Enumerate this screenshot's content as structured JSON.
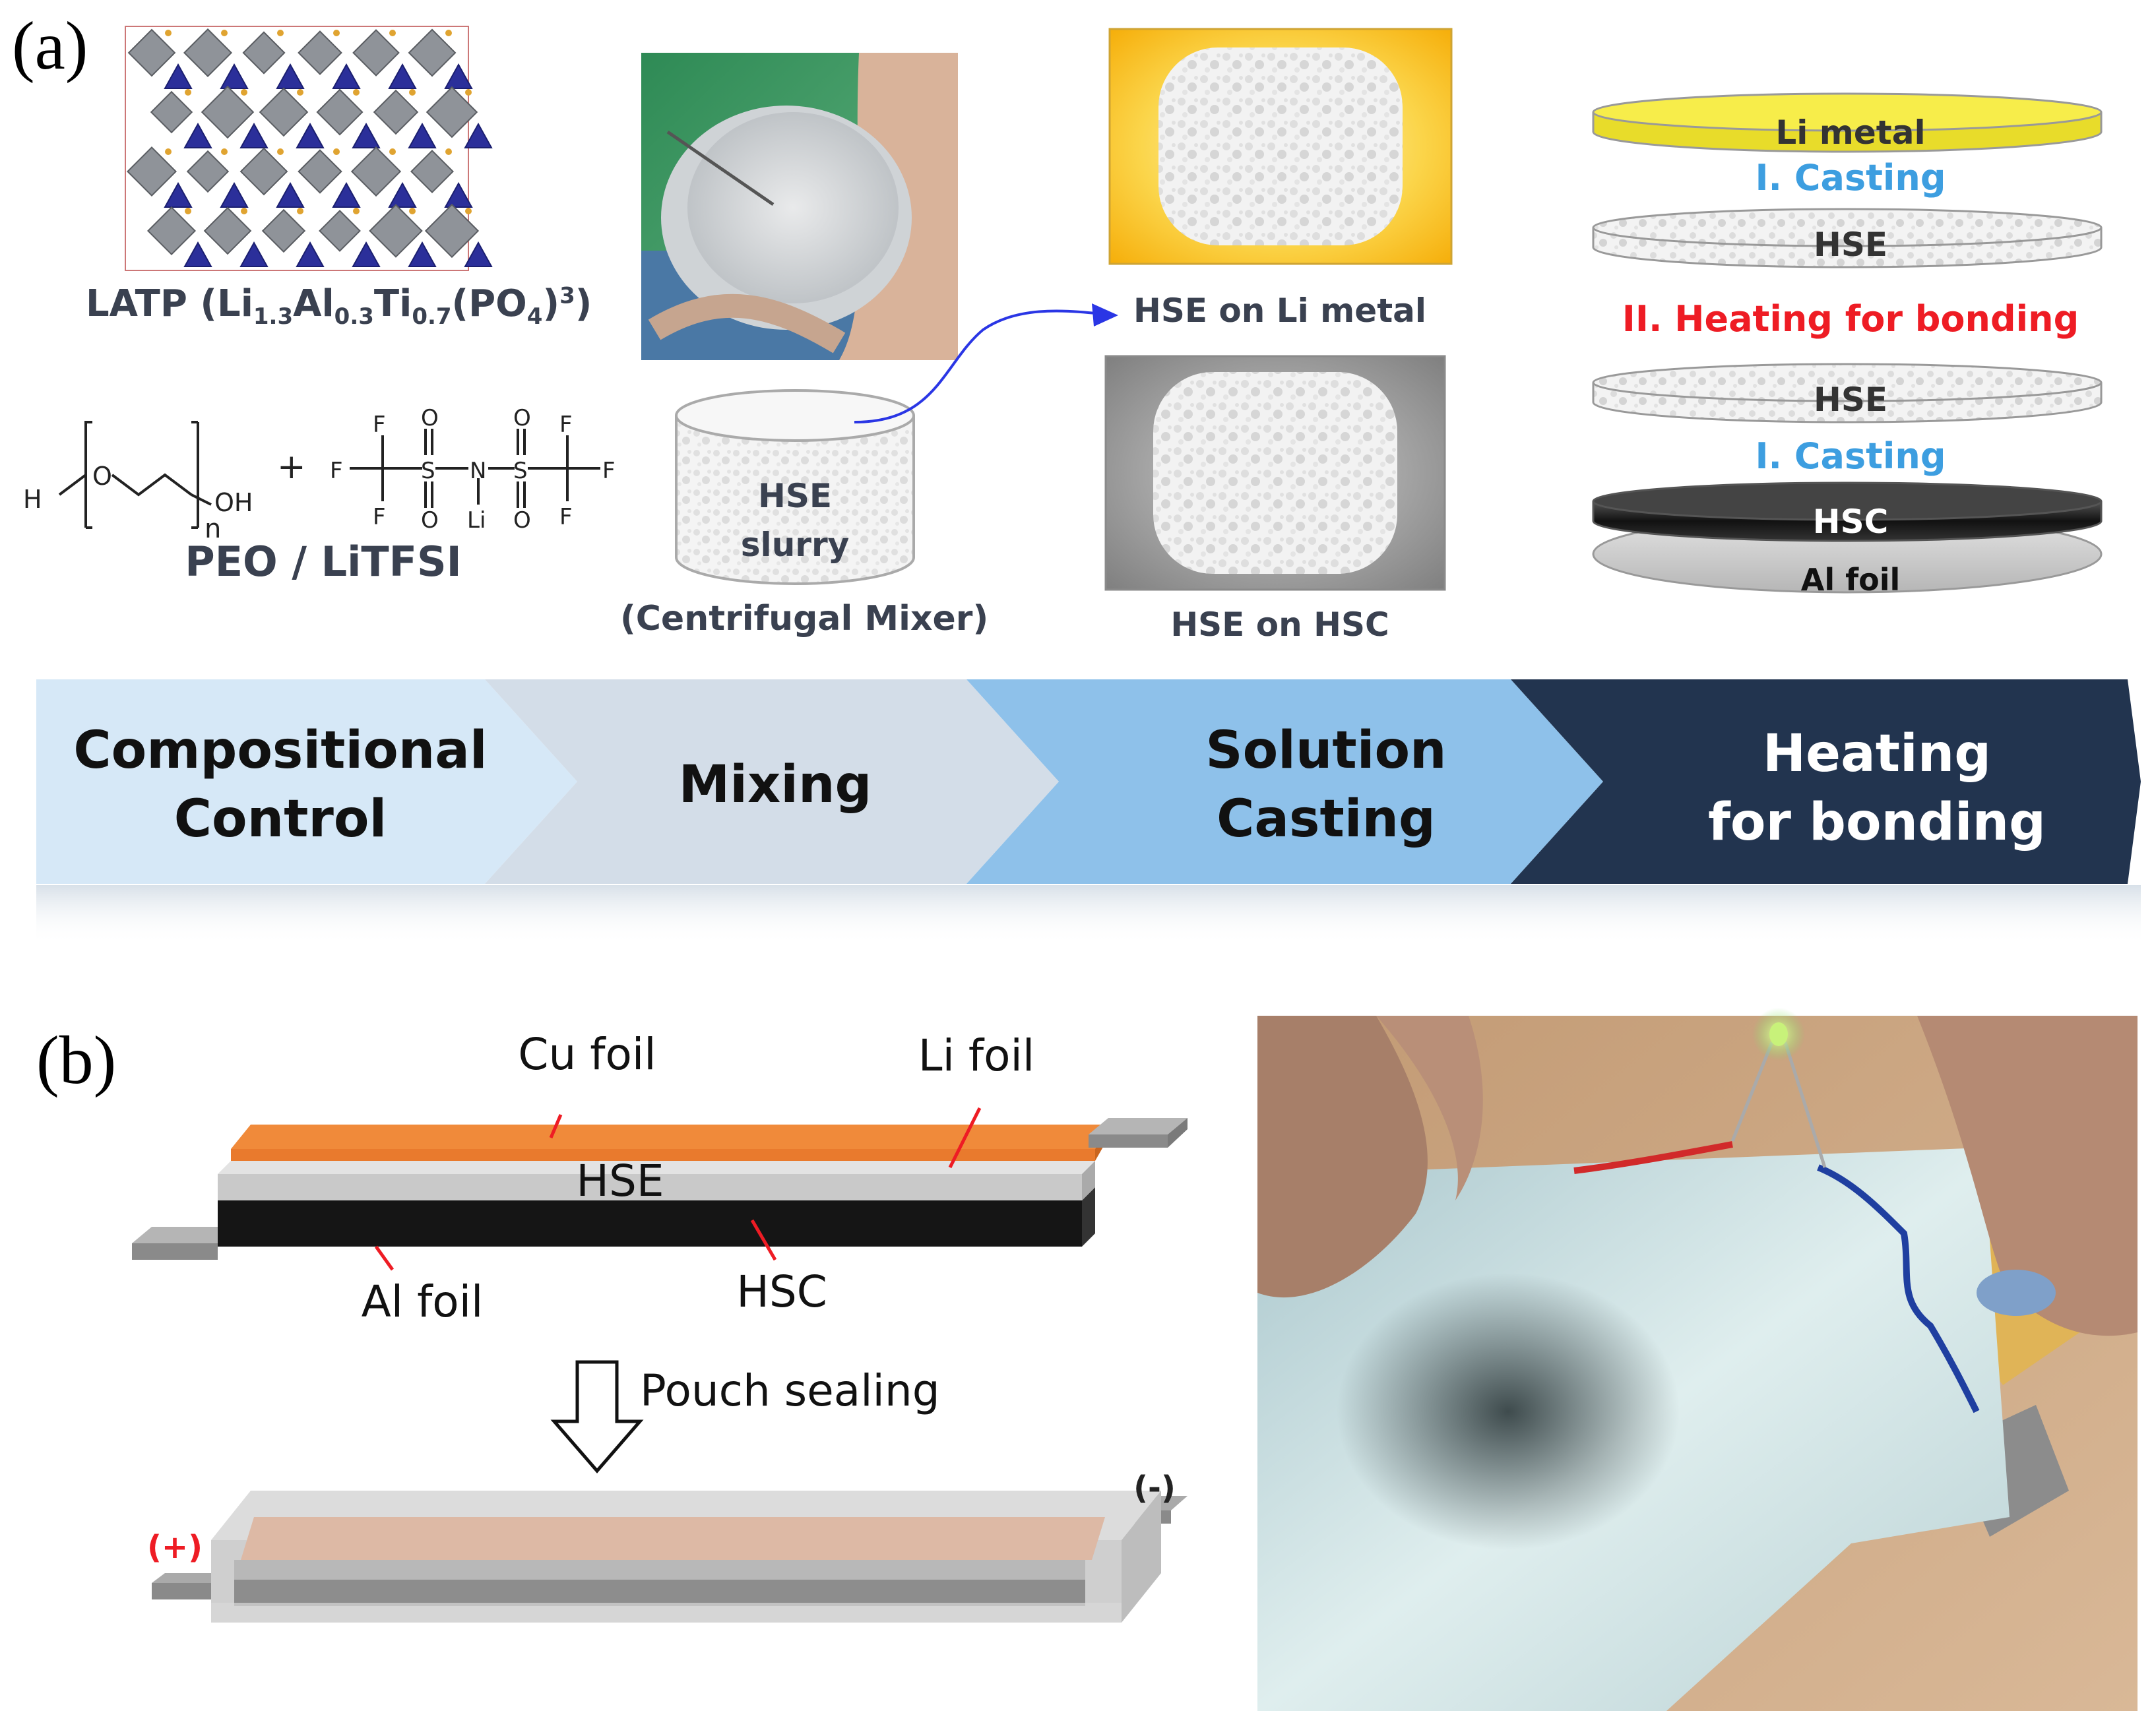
{
  "panel_a": {
    "label": "(a)",
    "latp_label": {
      "main": "LATP (Li",
      "s1": "1.3",
      "t1": "Al",
      "s2": "0.3",
      "t2": "Ti",
      "s3": "0.7",
      "t3": "(PO",
      "s4": "4",
      "t4": ")",
      "sup": "3",
      "t5": ")"
    },
    "peo_label": "PEO / LiTFSI",
    "mixer_caption": "(Centrifugal Mixer)",
    "slurry_text_1": "HSE",
    "slurry_text_2": "slurry",
    "hse_on_li": "HSE on Li metal",
    "hse_on_hsc": "HSE on HSC",
    "stack": {
      "li_metal": "Li metal",
      "casting_1": "I. Casting",
      "hse_top": "HSE",
      "heating": "II. Heating for bonding",
      "hse_bottom": "HSE",
      "casting_2": "I. Casting",
      "hsc": "HSC",
      "al_foil": "Al foil"
    },
    "chem": {
      "h": "H",
      "o": "O",
      "n": "n",
      "oh": "OH",
      "plus": "+",
      "f": "F",
      "s": "S",
      "n_atom": "N",
      "li": "Li",
      "o_atom": "O"
    },
    "steps": [
      {
        "line1": "Compositional",
        "line2": "Control"
      },
      {
        "line1": "Mixing",
        "line2": ""
      },
      {
        "line1": "Solution",
        "line2": "Casting"
      },
      {
        "line1": "Heating",
        "line2": "for bonding"
      }
    ]
  },
  "panel_b": {
    "label": "(b)",
    "cu_foil": "Cu foil",
    "li_foil": "Li foil",
    "hse": "HSE",
    "al_foil": "Al foil",
    "hsc": "HSC",
    "pouch_sealing": "Pouch sealing",
    "minus": "(-)",
    "plus": "(+)"
  },
  "colors": {
    "step1": "#d6e8f7",
    "step2": "#d3dde8",
    "step3": "#8ec1ea",
    "step4": "#22344f",
    "li_metal": "#f5ea3a",
    "casting_blue": "#3d9ee0",
    "heating_red": "#ee1c24",
    "cu_orange": "#e97a2d",
    "label_gray": "#3a4150"
  }
}
